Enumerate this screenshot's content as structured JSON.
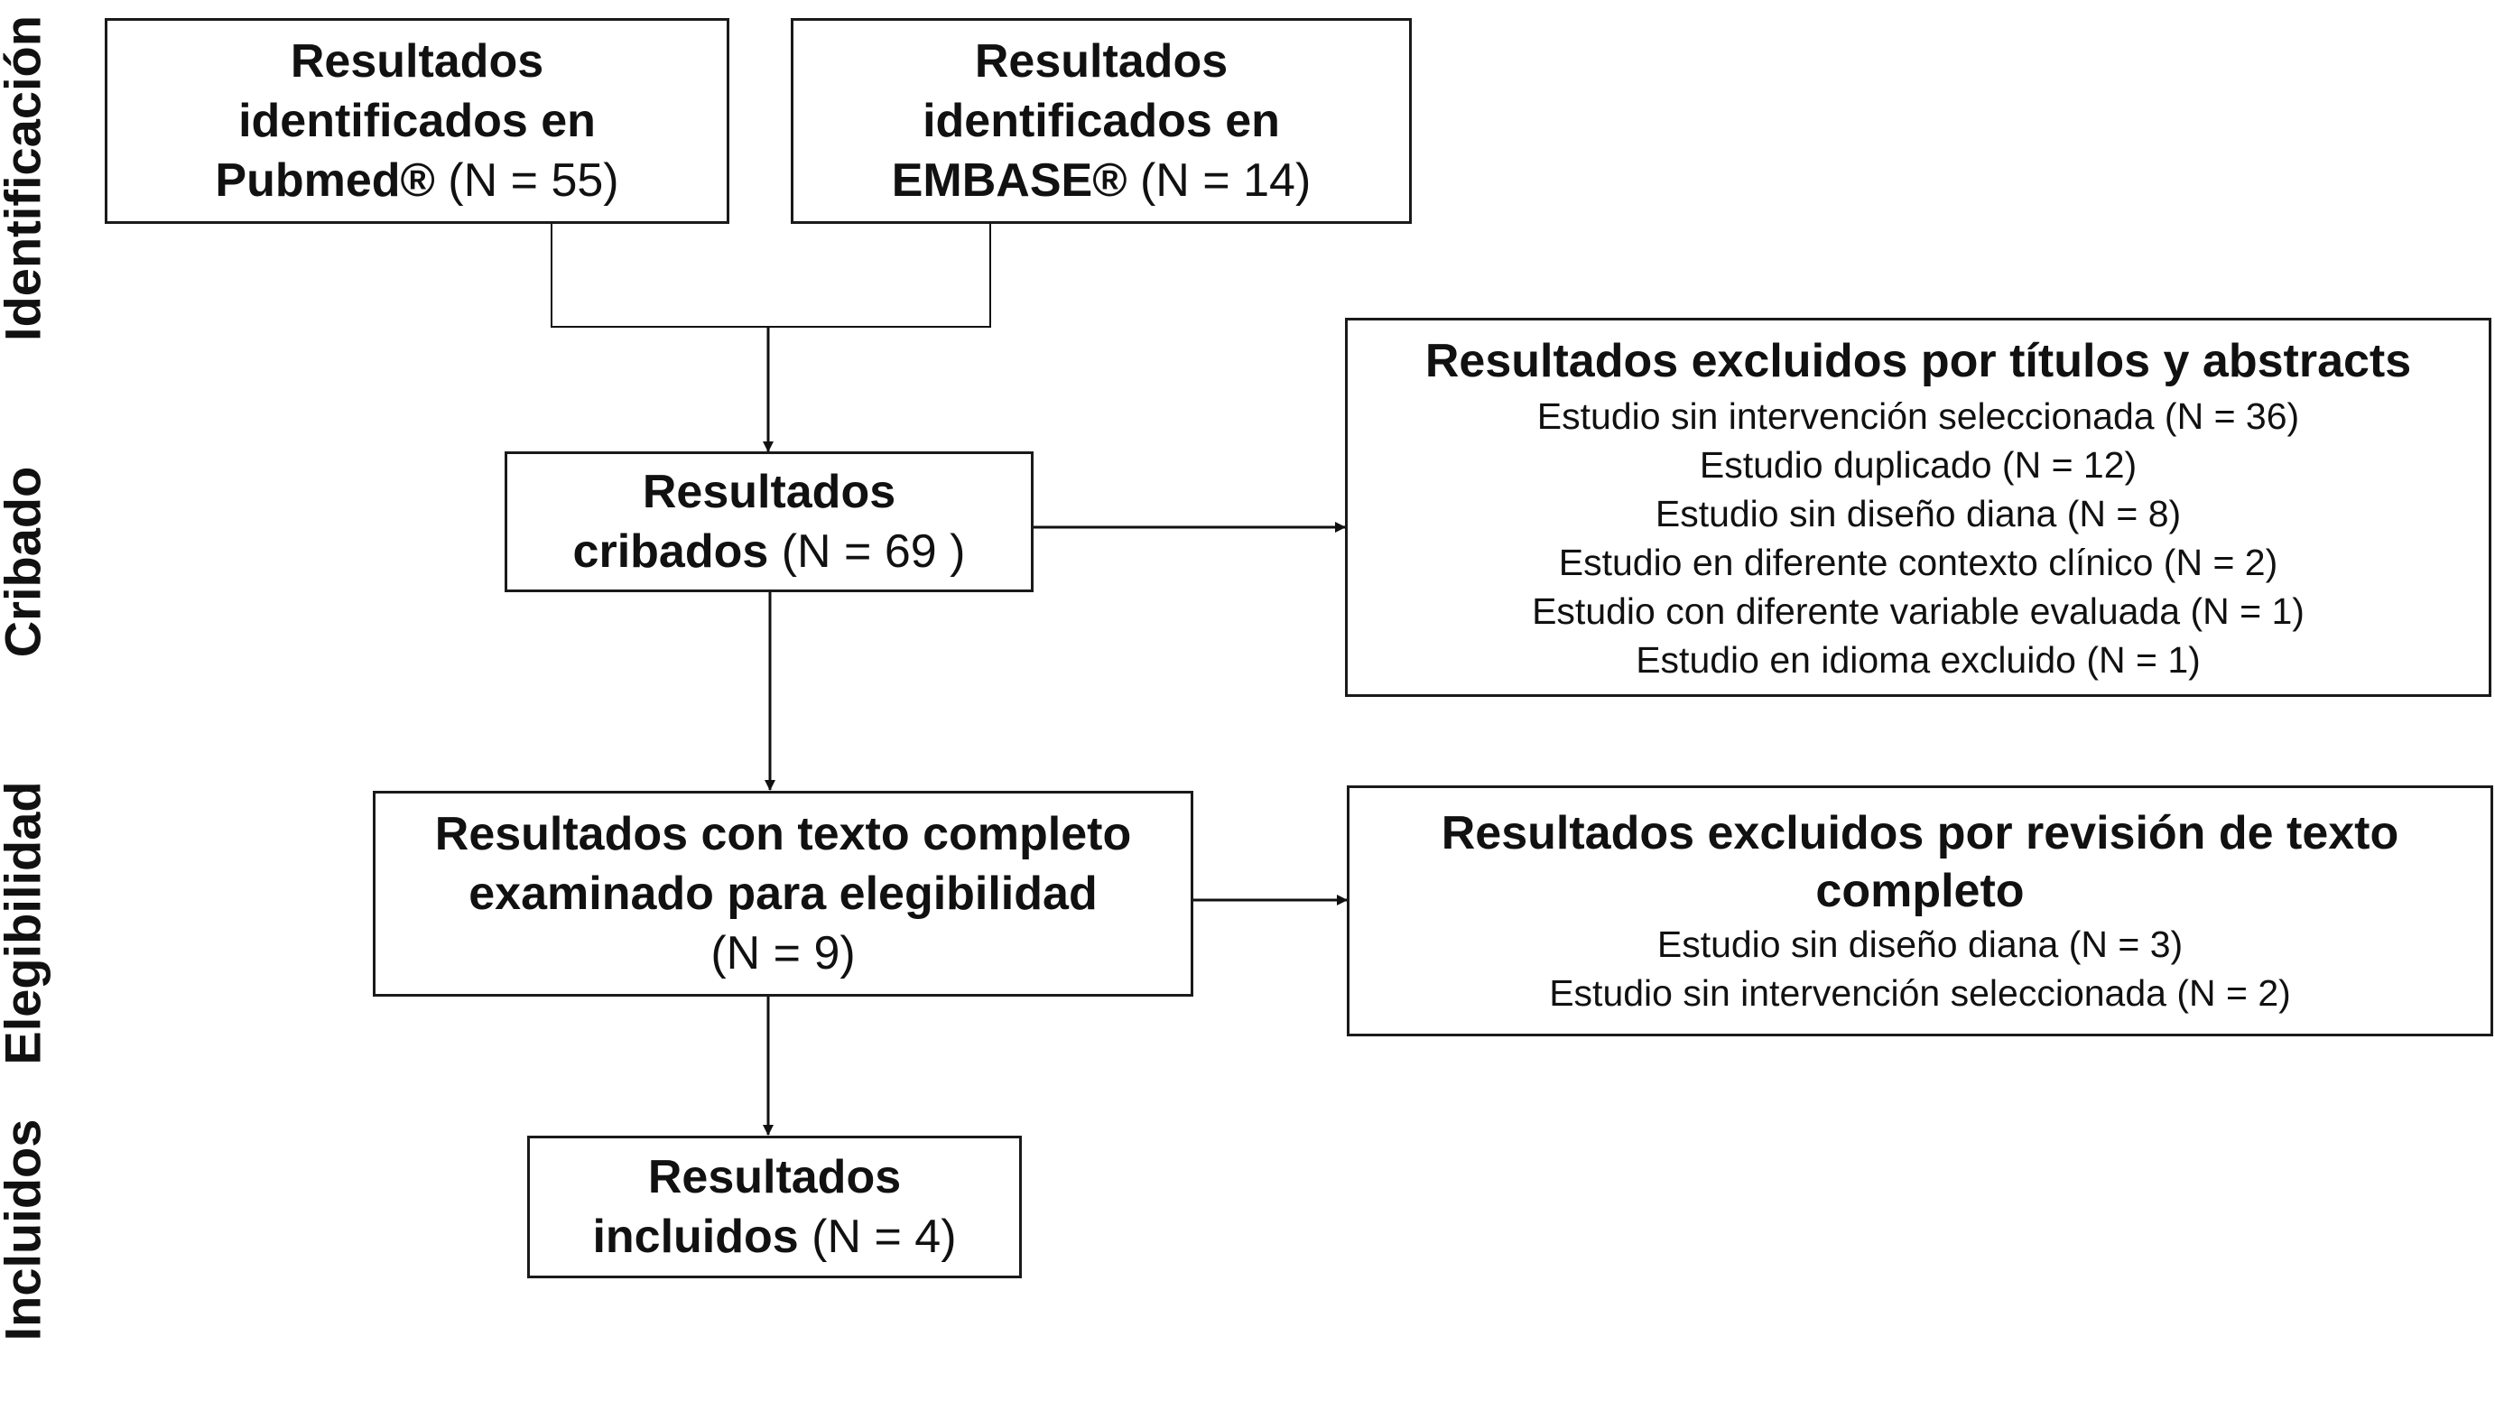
{
  "stages": {
    "identificacion": "Identificación",
    "cribado": "Cribado",
    "elegibilidad": "Elegibilidad",
    "incluidos": "Incluidos"
  },
  "pubmed": {
    "line1": "Resultados",
    "line2": "identificados en",
    "name": "Pubmed®",
    "count": " (N = 55)"
  },
  "embase": {
    "line1": "Resultados",
    "line2": "identificados en",
    "name": "EMBASE®",
    "count": " (N = 14)"
  },
  "cribados": {
    "line1": "Resultados",
    "line2": "cribados",
    "count": " (N = 69 )"
  },
  "excluded_titles": {
    "title": "Resultados excluidos por títulos y abstracts",
    "items": [
      "Estudio sin intervención seleccionada (N = 36)",
      "Estudio duplicado (N = 12)",
      "Estudio sin diseño diana (N = 8)",
      "Estudio en diferente contexto clínico (N = 2)",
      "Estudio con diferente variable evaluada (N = 1)",
      "Estudio en idioma excluido (N = 1)"
    ]
  },
  "fulltext": {
    "line1": "Resultados con texto completo",
    "line2": "examinado para elegibilidad",
    "count": "(N = 9)"
  },
  "excluded_fulltext": {
    "title_line1": "Resultados excluidos por revisión de texto",
    "title_line2": "completo",
    "items": [
      "Estudio sin diseño diana (N = 3)",
      "Estudio sin intervención seleccionada (N = 2)"
    ]
  },
  "incluidos": {
    "line1": "Resultados",
    "line2": "incluidos",
    "count": " (N = 4)"
  }
}
